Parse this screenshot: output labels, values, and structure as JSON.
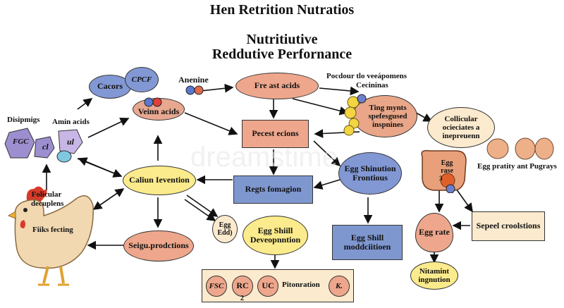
{
  "header": {
    "title": "Hen Retrition  Nutratios",
    "subtitle_line1": "Nutritiutive",
    "subtitle_line2": "Reddutive Perfornance"
  },
  "nodes": {
    "cacors": "Cacors",
    "cpcf": "CPCF",
    "anenine": "Anenine",
    "veinn_acids": "Veinn acids",
    "free_acids": "Fre ast acids",
    "pocdour": "Pocdour tlo veeápomens",
    "cecininas": "Cecininas",
    "ting_mynts": "Ting mynts spefesgused inspnines",
    "collicular": "Collicular ocieciates a inepreuenn",
    "disipmigs": "Disipmigs",
    "amin_acids": "Amin acids",
    "fgc": "FGC",
    "cl": "cl",
    "ul": "ul",
    "pecest": "Pecest ecions",
    "egg_shinution": "Egg Shinution Frontious",
    "egg_pratity": "Egg pratity ant Pugrays",
    "egg_rase": "Egg rase",
    "egg_rase_num": "3",
    "calium": "Caliun Ievention",
    "regts": "Regts fomagion",
    "folicular": "Folicular decuplens",
    "fiiks": "Fiiks fecting",
    "egg_edd": "Egg Edd)",
    "egg_shiill": "Egg Shiill Deveopnntion",
    "egg_shill_mod": "Egg Shill moddciitioen",
    "sepeel": "Sepeel croolstions",
    "egg_rate": "Egg rate",
    "seign": "Seigu.prodctions",
    "nitamint": "Nitamint ingnution"
  },
  "bottom_bar": {
    "items": [
      "FSC",
      "RC",
      "UC"
    ],
    "rc_sub": "2",
    "label": "Pitonration",
    "k": "K."
  },
  "watermark": "dreamstime",
  "colors": {
    "pink": "#e8a890",
    "blue_box": "#7f97cf",
    "blue_ell": "#8298d4",
    "purple": "#9d8ed0",
    "lavender": "#c8b6e6",
    "yellow": "#fbeb8c",
    "cream": "#fbeacd",
    "egg": "#eeb088"
  }
}
